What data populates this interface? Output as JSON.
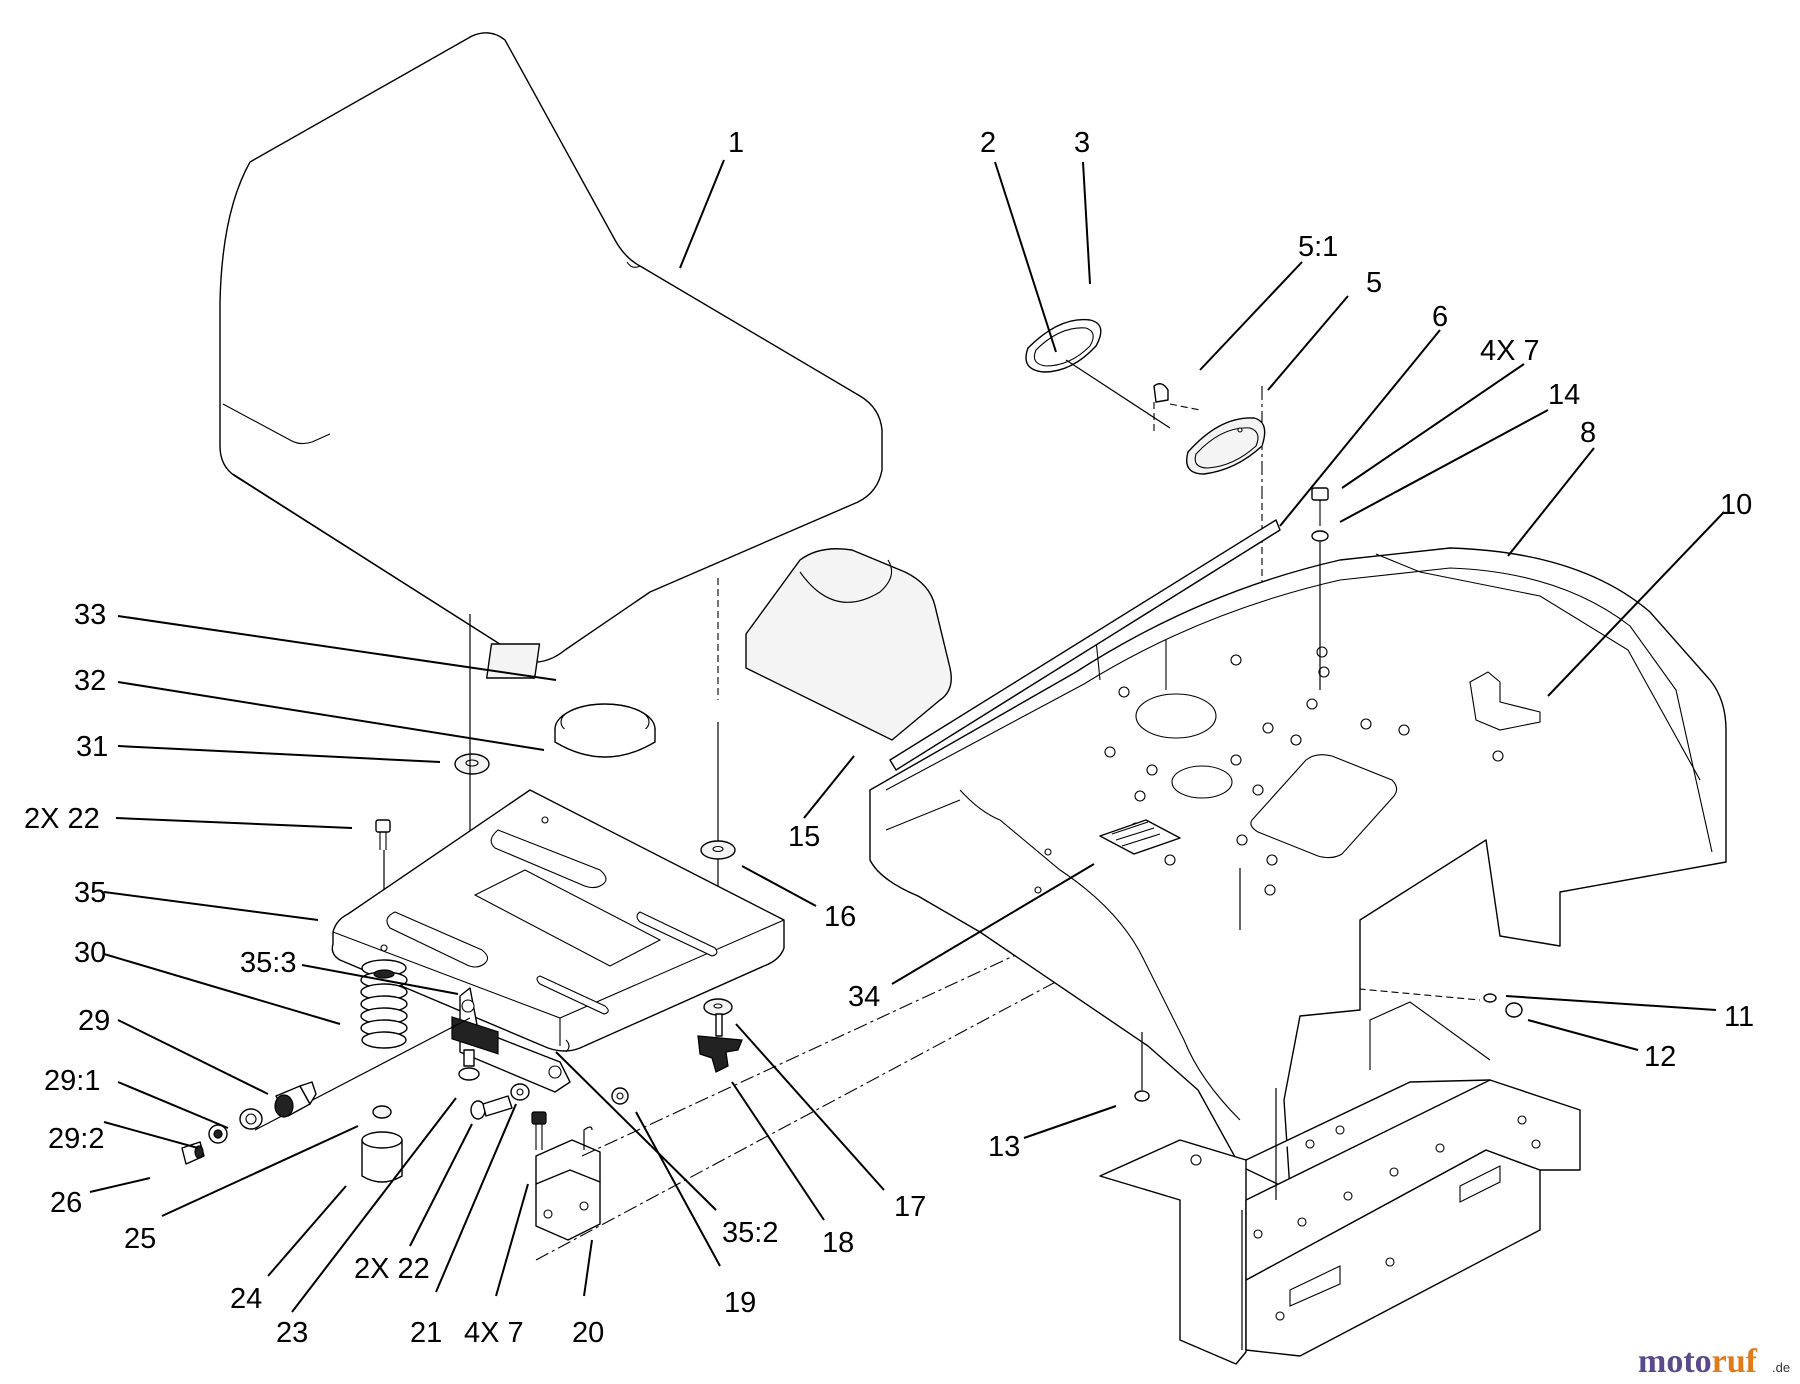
{
  "diagram": {
    "callouts": {
      "c1": "1",
      "c2": "2",
      "c3": "3",
      "c5_1": "5:1",
      "c5": "5",
      "c6": "6",
      "c4x7_top": "4X 7",
      "c14": "14",
      "c8": "8",
      "c10": "10",
      "c33": "33",
      "c32": "32",
      "c31": "31",
      "c2x22_left": "2X 22",
      "c35": "35",
      "c30": "30",
      "c35_3": "35:3",
      "c29": "29",
      "c29_1": "29:1",
      "c29_2": "29:2",
      "c26": "26",
      "c25": "25",
      "c24": "24",
      "c23": "23",
      "c2x22_bottom": "2X 22",
      "c21": "21",
      "c4x7_bottom": "4X 7",
      "c20": "20",
      "c19": "19",
      "c35_2": "35:2",
      "c18": "18",
      "c17": "17",
      "c16": "16",
      "c15": "15",
      "c34": "34",
      "c13": "13",
      "c11": "11",
      "c12": "12"
    },
    "watermark": {
      "prefix": "moto",
      "suffix": "ruf",
      "tld": ".de"
    },
    "colors": {
      "line": "#000000",
      "background": "#ffffff",
      "logo_purple": "#5a4a8c",
      "logo_orange": "#e07a1a"
    }
  }
}
